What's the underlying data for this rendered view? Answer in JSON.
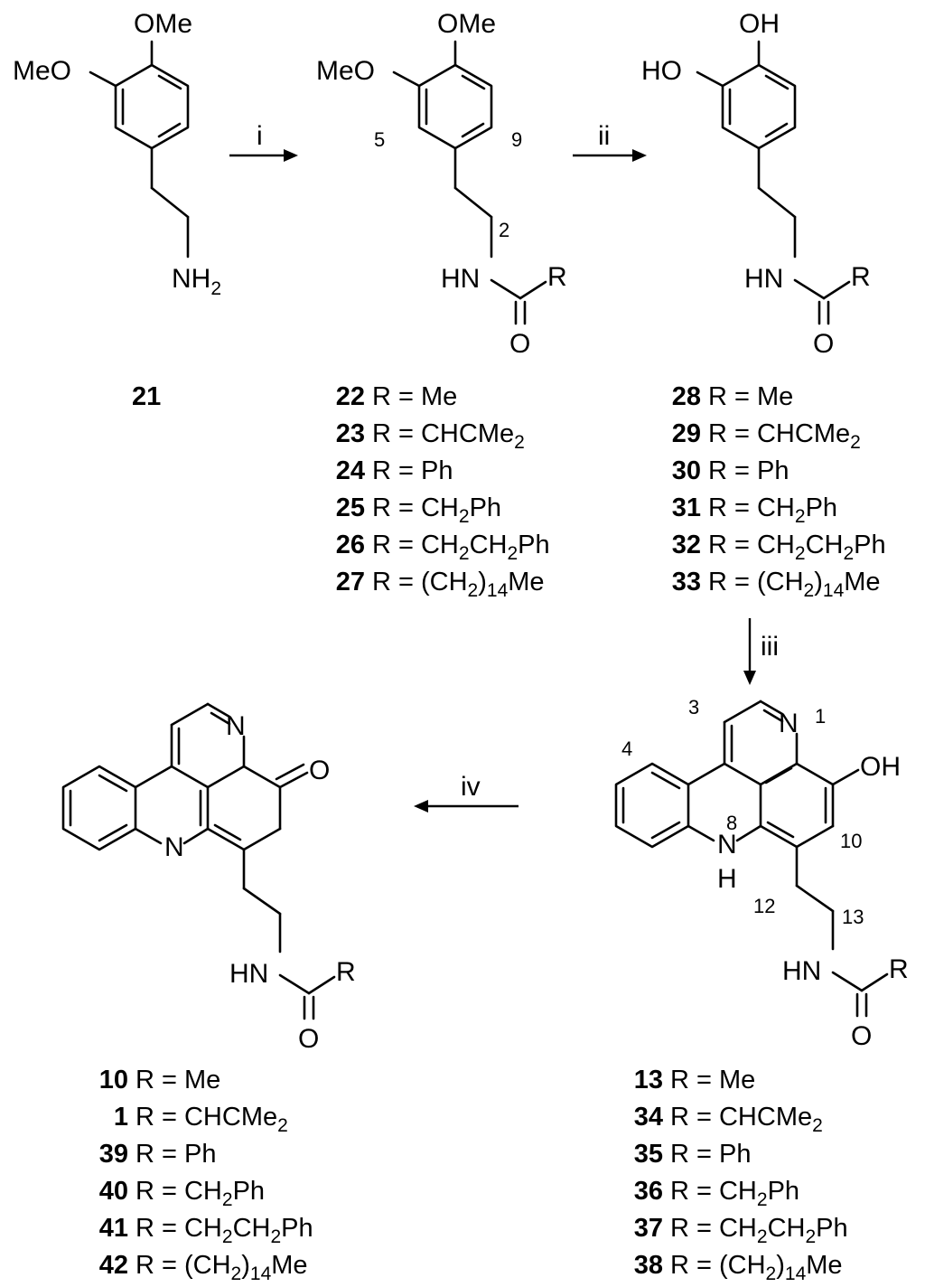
{
  "labels": {
    "OMe": "OMe",
    "MeO": "MeO",
    "OH": "OH",
    "HO": "HO",
    "NH": "NH",
    "two": "2",
    "HN": "HN",
    "R": "R",
    "O": "O",
    "N": "N",
    "H": "H"
  },
  "positions": {
    "p1": "1",
    "p2": "2",
    "p3": "3",
    "p4": "4",
    "p5": "5",
    "p8": "8",
    "p9": "9",
    "p10": "10",
    "p12": "12",
    "p13": "13"
  },
  "steps": {
    "i": "i",
    "ii": "ii",
    "iii": "iii",
    "iv": "iv"
  },
  "start_compound": "21",
  "series_22": [
    {
      "num": "22",
      "r": "R = Me"
    },
    {
      "num": "23",
      "r": "R = CHCMe",
      "sub": "2"
    },
    {
      "num": "24",
      "r": "R = Ph"
    },
    {
      "num": "25",
      "r": "R = CH",
      "sub": "2",
      "tail": "Ph"
    },
    {
      "num": "26",
      "r": "R = CH",
      "sub": "2",
      "tail": "CH",
      "sub2": "2",
      "tail2": "Ph"
    },
    {
      "num": "27",
      "r": "R = (CH",
      "sub": "2",
      "tail": ")",
      "sub2": "14",
      "tail2": "Me"
    }
  ],
  "series_28": [
    {
      "num": "28",
      "r": "R = Me"
    },
    {
      "num": "29",
      "r": "R = CHCMe",
      "sub": "2"
    },
    {
      "num": "30",
      "r": "R = Ph"
    },
    {
      "num": "31",
      "r": "R = CH",
      "sub": "2",
      "tail": "Ph"
    },
    {
      "num": "32",
      "r": "R = CH",
      "sub": "2",
      "tail": "CH",
      "sub2": "2",
      "tail2": "Ph"
    },
    {
      "num": "33",
      "r": "R = (CH",
      "sub": "2",
      "tail": ")",
      "sub2": "14",
      "tail2": "Me"
    }
  ],
  "series_13": [
    {
      "num": "13",
      "r": "R = Me"
    },
    {
      "num": "34",
      "r": "R = CHCMe",
      "sub": "2"
    },
    {
      "num": "35",
      "r": "R = Ph"
    },
    {
      "num": "36",
      "r": "R = CH",
      "sub": "2",
      "tail": "Ph"
    },
    {
      "num": "37",
      "r": "R = CH",
      "sub": "2",
      "tail": "CH",
      "sub2": "2",
      "tail2": "Ph"
    },
    {
      "num": "38",
      "r": "R = (CH",
      "sub": "2",
      "tail": ")",
      "sub2": "14",
      "tail2": "Me"
    }
  ],
  "series_10": [
    {
      "num": "10",
      "r": "R = Me"
    },
    {
      "num": "1",
      "r": "R = CHCMe",
      "sub": "2"
    },
    {
      "num": "39",
      "r": "R = Ph"
    },
    {
      "num": "40",
      "r": "R = CH",
      "sub": "2",
      "tail": "Ph"
    },
    {
      "num": "41",
      "r": "R = CH",
      "sub": "2",
      "tail": "CH",
      "sub2": "2",
      "tail2": "Ph"
    },
    {
      "num": "42",
      "r": "R = (CH",
      "sub": "2",
      "tail": ")",
      "sub2": "14",
      "tail2": "Me"
    }
  ]
}
